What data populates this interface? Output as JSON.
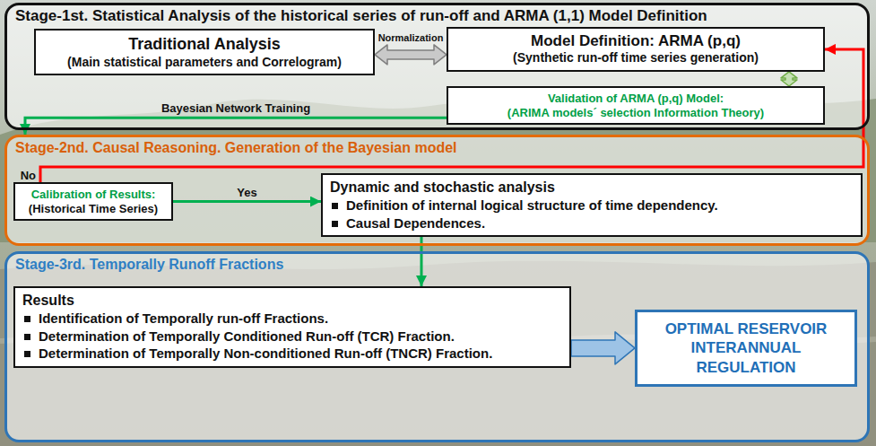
{
  "diagram": {
    "nodes": [
      {
        "text": [
          "Stage-1st. Statistical Analysis of the historical series of run-off and ARMA (1,1) Model Definition"
        ]
      },
      {
        "text": [
          "Traditional Analysis",
          "(Main statistical parameters and Correlogram)"
        ],
        "in": 0
      },
      {
        "text": [
          "Model Definition: ARMA (p,q)",
          "(Synthetic run-off time series generation)"
        ],
        "in": 0
      },
      {
        "text": [
          "Validation of ARMA (p,q) Model:",
          "(ARIMA models´ selection Information Theory)"
        ],
        "in": 0
      },
      {
        "text": [
          "Stage-2nd. Causal Reasoning. Generation of the Bayesian model"
        ]
      },
      {
        "text": [
          "Calibration of Results:",
          "(Historical Time Series)"
        ],
        "in": 4
      },
      {
        "text": [
          "Dynamic and stochastic analysis",
          "Definition of internal logical structure of time dependency.",
          "Causal Dependences."
        ],
        "in": 4
      },
      {
        "text": [
          "Stage-3rd. Temporally Runoff Fractions"
        ]
      },
      {
        "text": [
          "Results",
          "Identification of Temporally run-off Fractions.",
          "Determination of Temporally Conditioned Run-off (TCR) Fraction.",
          "Determination of Temporally Non-conditioned Run-off (TNCR) Fraction."
        ],
        "in": 7
      },
      {
        "text": [
          "OPTIMAL RESERVOIR INTERANNUAL REGULATION"
        ],
        "in": 7
      }
    ],
    "edges": [
      {
        "from": 1,
        "to": 2,
        "label": "Normalization",
        "arrow": "both"
      },
      {
        "from": 2,
        "to": 3,
        "arrow": "both"
      },
      {
        "from": 3,
        "to": 4,
        "label": "Bayesian Network Training",
        "arrow": "to"
      },
      {
        "from": 5,
        "to": 6,
        "label": "Yes",
        "arrow": "to"
      },
      {
        "from": 5,
        "to": 2,
        "label": "No",
        "arrow": "to"
      },
      {
        "from": 6,
        "to": 8,
        "arrow": "to"
      },
      {
        "from": 8,
        "to": 9,
        "arrow": "to"
      }
    ]
  }
}
